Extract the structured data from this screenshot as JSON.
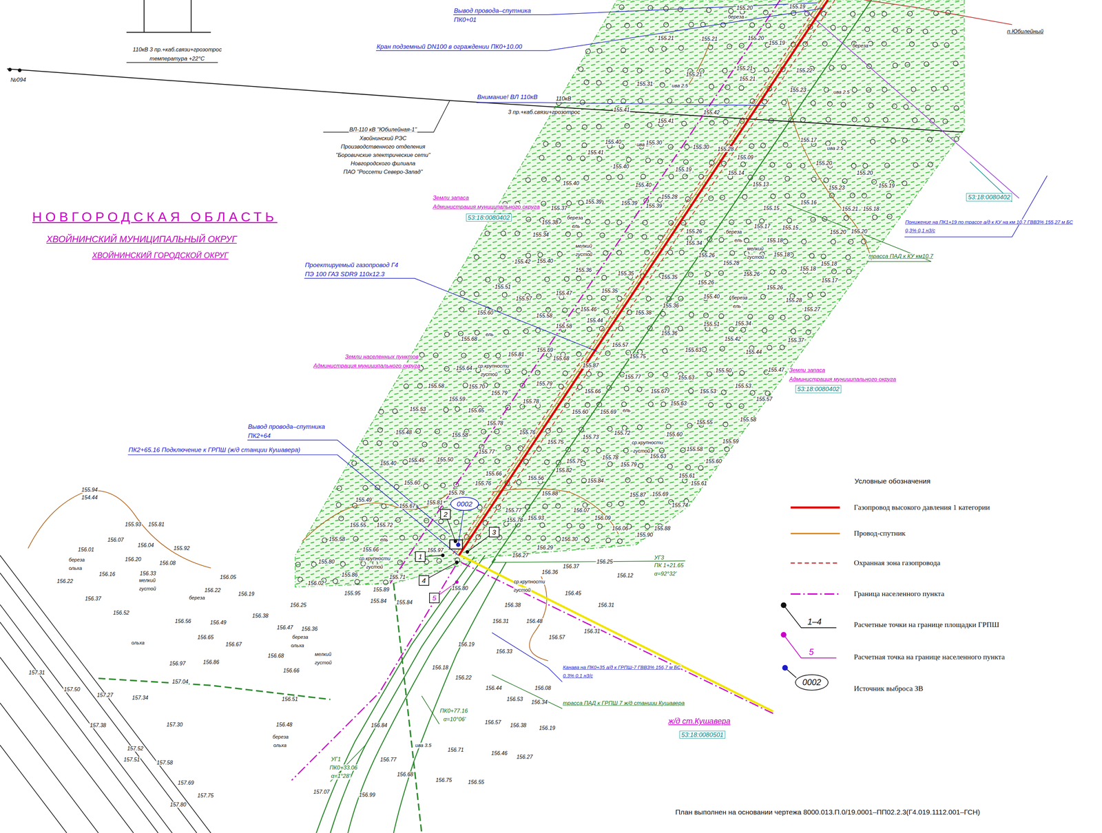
{
  "diagram": {
    "nodes": [
      {
        "text": [
          "0002"
        ]
      },
      {
        "text": [
          "2"
        ]
      },
      {
        "text": [
          "3"
        ]
      },
      {
        "text": [
          "1"
        ]
      },
      {
        "text": [
          "4"
        ]
      },
      {
        "text": [
          "5"
        ]
      },
      {
        "text": [
          "0002"
        ]
      }
    ],
    "labels": [
      "Вывод провода–спутника",
      "ПК0+01",
      "Кран подземный DN100 в ограждении ПК0+10.00",
      "Внимание! ВЛ 110кВ",
      "Проектируемый газопровод Г4",
      "ПЭ 100 ГАЗ SDR9 110х12.3",
      "Вывод провода–спутника",
      "ПК2+64",
      "ПК2+65.16 Подключение к ГРПШ (ж/д станции Кушавера)",
      "ВЛ-110 кВ \"Юбилейная-1\"",
      "Хвойнинский РЭС",
      "Производственного отделения",
      "\"Боровичские электрические сети\"",
      "Новгородского филиала",
      "ПАО \"Россети Северо-Запад\"",
      "110кВ",
      "3 пр.+каб.связи+грозотрос",
      "110кВ 3 пр.+каб.связи+грозотрос",
      "температура +22°С",
      "№094",
      "НОВГОРОДСКАЯ ОБЛАСТЬ",
      "ХВОЙНИНСКИЙ МУНИЦИПАЛЬНЫЙ ОКРУГ",
      "ХВОЙНИНСКИЙ ГОРОДСКОЙ ОКРУГ",
      "Земли запаса",
      "Администрация муниципального округа",
      "53:18:0080402",
      "Земли населенных пунктов",
      "Администрация муниципального округа",
      "Земли запаса",
      "Администрация муниципального округа",
      "53:18:0080402",
      "53:18:0080402",
      "Понижение на ПК1+19 по трассе а/д к КУ на км 10,7 ГВВЗ% 155,27 м БС",
      "0,3% 0,1 н3/с",
      "трасса ПАД к КУ км10,7",
      "п.Юбилейный",
      "УГ3",
      "ПК 1+21.65",
      "α=92°32'",
      "Канава на ПК0+35 а/д к ГРПШ-7 ГВВЗ% 156,7 м БС",
      "0,3% 0,1 н3/с",
      "трасса ПАД к ГРПШ 7 ж/д станции Кушавера",
      "ж/д ст.Кушавера",
      "53:18:0080501",
      "ПК0+77.16",
      "α=10°06'",
      "УГ1",
      "ПК0+33.06",
      "α=1°28'",
      "План выполнен на основании чертежа 8000.013.П.0/19.0001–ПП02.2.3(Г4.019.1112.001–ГСН)",
      "1–4",
      "5",
      "Условные обозначения",
      "береза",
      "ива 2.5",
      "ива 2.5",
      "ива 2.5",
      "ива 2.5",
      "береза",
      "ель",
      "мелкий",
      "густой",
      "береза",
      "ель",
      "мелкий",
      "густой",
      "береза",
      "ель",
      "ель",
      "ср.крупности",
      "густой",
      "ср.крупности",
      "густой",
      "ель",
      "береза",
      "ель",
      "ср.крупности",
      "густой",
      "береза",
      "ольха",
      "мелкий",
      "густой",
      "береза",
      "ольха",
      "береза",
      "ольха",
      "мелкий",
      "густой",
      "береза",
      "ольха",
      "ива 3.5",
      "ср.крупности",
      "густой",
      "155.20",
      "155.19",
      "155.21",
      "155.21",
      "155.20",
      "155.19",
      "155.21",
      "155.21",
      "155.22",
      "155.21",
      "155.23",
      "155.31",
      "155.41",
      "155.42",
      "155.41",
      "155.40",
      "155.30",
      "155.30",
      "155.28",
      "155.09",
      "155.41",
      "155.40",
      "155.19",
      "155.14",
      "155.13",
      "155.17",
      "155.20",
      "155.23",
      "155.21",
      "155.18",
      "155.20",
      "155.19",
      "155.16",
      "155.15",
      "155.15",
      "155.20",
      "155.20",
      "155.40",
      "155.40",
      "155.39",
      "155.39",
      "155.39",
      "155.28",
      "155.37",
      "155.38",
      "155.26",
      "155.34",
      "155.17",
      "155.18",
      "155.18",
      "155.18",
      "155.17",
      "155.34",
      "155.42",
      "155.40",
      "155.36",
      "155.35",
      "155.35",
      "155.26",
      "155.28",
      "155.26",
      "155.18",
      "155.51",
      "155.57",
      "155.47",
      "155.46",
      "155.35",
      "155.44",
      "155.38",
      "155.36",
      "155.26",
      "155.40",
      "155.26",
      "155.28",
      "155.27",
      "155.60",
      "155.58",
      "155.58",
      "155.68",
      "155.69",
      "155.68",
      "155.57",
      "155.36",
      "155.51",
      "155.42",
      "155.34",
      "155.44",
      "155.37",
      "155.63",
      "155.75",
      "155.64",
      "155.81",
      "155.87",
      "155.77",
      "155.63",
      "155.50",
      "155.47",
      "155.53",
      "155.58",
      "155.59",
      "155.70",
      "155.79",
      "155.79",
      "155.66",
      "155.67",
      "155.53",
      "155.57",
      "155.53",
      "155.65",
      "155.78",
      "155.60",
      "155.69",
      "155.63",
      "155.55",
      "155.58",
      "155.48",
      "155.58",
      "155.78",
      "155.76",
      "155.73",
      "155.72",
      "155.60",
      "155.59",
      "155.77",
      "155.75",
      "155.58",
      "155.50",
      "155.40",
      "155.45",
      "155.79",
      "155.78",
      "155.79",
      "155.63",
      "155.60",
      "155.66",
      "155.82",
      "155.56",
      "155.84",
      "155.61",
      "155.61",
      "155.60",
      "155.76",
      "155.88",
      "155.87",
      "155.69",
      "155.49",
      "155.78",
      "155.81",
      "155.67",
      "155.74",
      "155.55",
      "155.72",
      "155.77",
      "155.78",
      "155.93",
      "156.07",
      "156.09",
      "156.06",
      "155.90",
      "155.88",
      "155.58",
      "155.97",
      "156.30",
      "156.29",
      "156.27",
      "155.80",
      "155.86",
      "155.66",
      "155.71",
      "155.89",
      "155.84",
      "155.84",
      "155.95",
      "156.02",
      "155.80",
      "156.25",
      "156.12",
      "156.37",
      "156.45",
      "156.31",
      "156.31",
      "156.36",
      "156.38",
      "156.31",
      "156.48",
      "156.57",
      "156.33",
      "156.18",
      "156.22",
      "156.19",
      "156.44",
      "156.53",
      "156.08",
      "156.34",
      "156.57",
      "156.38",
      "156.19",
      "156.71",
      "156.46",
      "156.27",
      "156.75",
      "156.55",
      "156.68",
      "156.77",
      "156.99",
      "155.94",
      "154.44",
      "155.93",
      "155.81",
      "156.07",
      "156.04",
      "155.92",
      "156.20",
      "156.08",
      "156.01",
      "156.16",
      "156.22",
      "156.05",
      "156.33",
      "156.22",
      "156.19",
      "156.37",
      "156.52",
      "156.38",
      "156.25",
      "156.56",
      "156.49",
      "156.47",
      "156.36",
      "156.65",
      "156.67",
      "156.68",
      "156.66",
      "156.97",
      "156.86",
      "157.04",
      "156.51",
      "157.30",
      "157.52",
      "157.51",
      "157.58",
      "157.69",
      "157.80",
      "157.75",
      "157.31",
      "157.50",
      "157.38",
      "157.27",
      "157.34",
      "156.48",
      "156.84",
      "157.07"
    ],
    "legend": [
      {
        "text": "Газопровод высокого давления 1 категории"
      },
      {
        "text": "Провод-спутник"
      },
      {
        "text": "Охранная зона газопровода"
      },
      {
        "text": "Граница населенного пункта"
      },
      {
        "text": "Расчетные точки на границе площадки ГРПШ"
      },
      {
        "text": "Расчетная точка на границе населенного пункта"
      },
      {
        "text": "Источник выброса ЗВ"
      }
    ]
  }
}
